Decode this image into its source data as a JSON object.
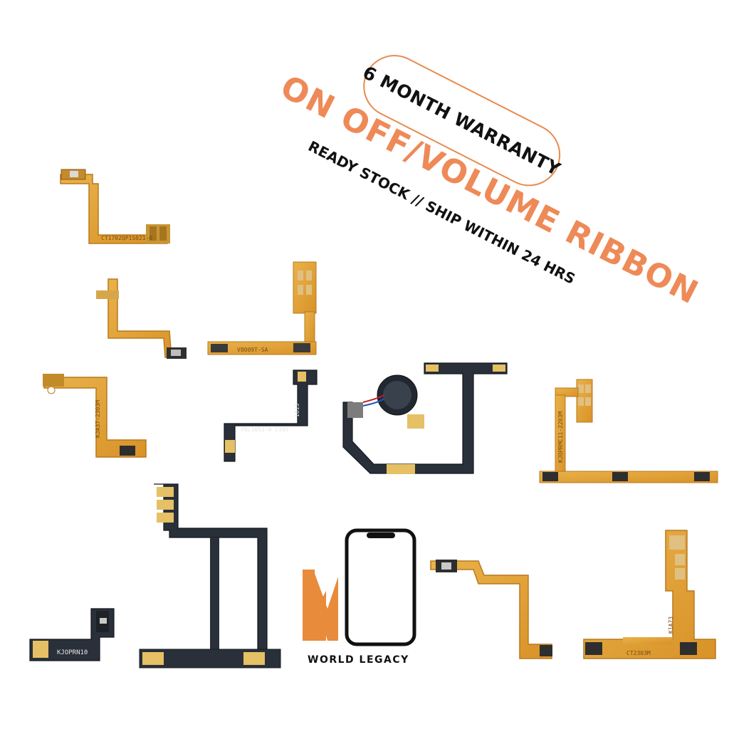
{
  "banner": {
    "warranty": "6 MONTH WARRANTY",
    "headline": "ON OFF/VOLUME RIBBON",
    "subline": "READY STOCK // SHIP WITHIN 24 HRS"
  },
  "brand": {
    "name": "WORLD LEGACY",
    "logo_color": "#E88B3A"
  },
  "colors": {
    "accent": "#EE8A57",
    "flex_orange": "#E2A33A",
    "flex_dark": "#2A3039"
  },
  "part_labels": {
    "p1": "CT1702QP1S021-0",
    "p3": "V8009T-SA",
    "p4": "KJA37-2303M",
    "p5": "PBC1053-0 C105",
    "p5b": "1813",
    "p7": "KJOPRMC11-2203M",
    "p8": "KJOPRN10",
    "p11": "CT2303M",
    "p11b": "K1A73"
  }
}
